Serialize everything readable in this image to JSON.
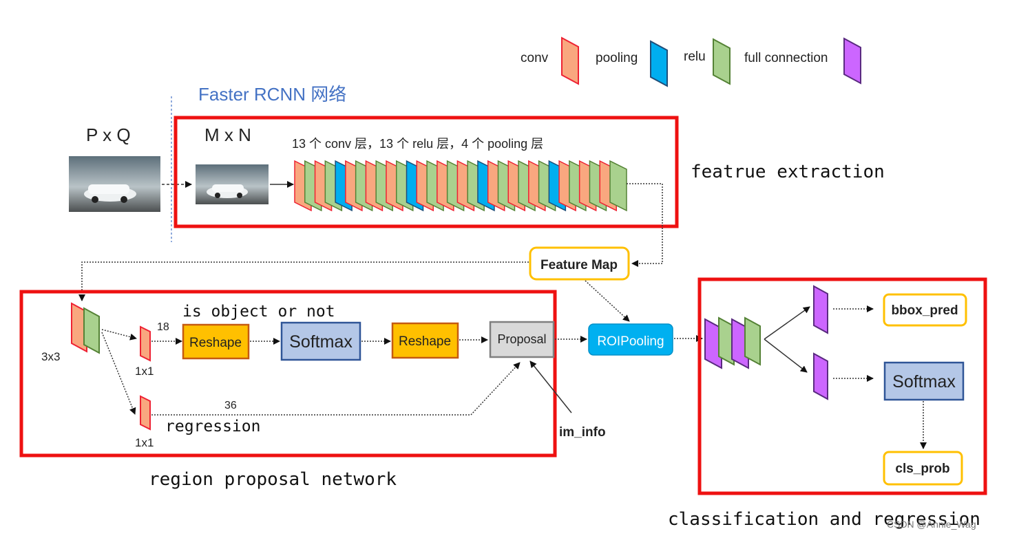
{
  "legend": [
    {
      "label": "conv",
      "color": "#F9A77F"
    },
    {
      "label": "pooling",
      "color": "#00AEEF"
    },
    {
      "label": "relu",
      "color": "#A9D18E"
    },
    {
      "label": "full connection",
      "color": "#CC66FF"
    }
  ],
  "title": "Faster RCNN 网络",
  "image_pq_label": "P x Q",
  "image_mn_label": "M x N",
  "backbone_caption": "13 个 conv 层，13 个 relu 层，4 个 pooling 层",
  "backbone_sequence": [
    "conv",
    "relu",
    "conv",
    "relu",
    "pooling",
    "conv",
    "relu",
    "conv",
    "relu",
    "conv",
    "relu",
    "pooling",
    "conv",
    "relu",
    "conv",
    "relu",
    "conv",
    "relu",
    "pooling",
    "conv",
    "relu",
    "conv",
    "relu",
    "conv",
    "relu",
    "pooling",
    "conv",
    "relu",
    "conv",
    "relu",
    "conv",
    "relu"
  ],
  "feature_extraction_label": "featrue extraction",
  "feature_map_label": "Feature Map",
  "rpn": {
    "label": "region proposal network",
    "conv3x3_label": "3x3",
    "conv1x1_top_label": "1x1",
    "conv1x1_bottom_label": "1x1",
    "channels_top": "18",
    "channels_bottom": "36",
    "is_object_label": "is object or not",
    "regression_label": "regression",
    "reshape1": "Reshape",
    "softmax": "Softmax",
    "reshape2": "Reshape",
    "proposal": "Proposal",
    "im_info": "im_info"
  },
  "roi_pooling_label": "ROIPooling",
  "cls": {
    "label": "classification and regression",
    "bbox_pred": "bbox_pred",
    "softmax": "Softmax",
    "cls_prob": "cls_prob"
  },
  "watermark": "CSDN @Annie_Wag",
  "colors": {
    "conv": "#F9A77F",
    "relu": "#A9D18E",
    "pooling": "#00AEEF",
    "fc": "#CC66FF",
    "red_box": "#EE1111",
    "reshape_fill": "#FFC000",
    "softmax_fill": "#B4C7E7",
    "proposal_fill": "#D9D9D9",
    "roipool_fill": "#00B0F0",
    "feature_map_border": "#FFC000",
    "title_blue": "#4472C4"
  }
}
